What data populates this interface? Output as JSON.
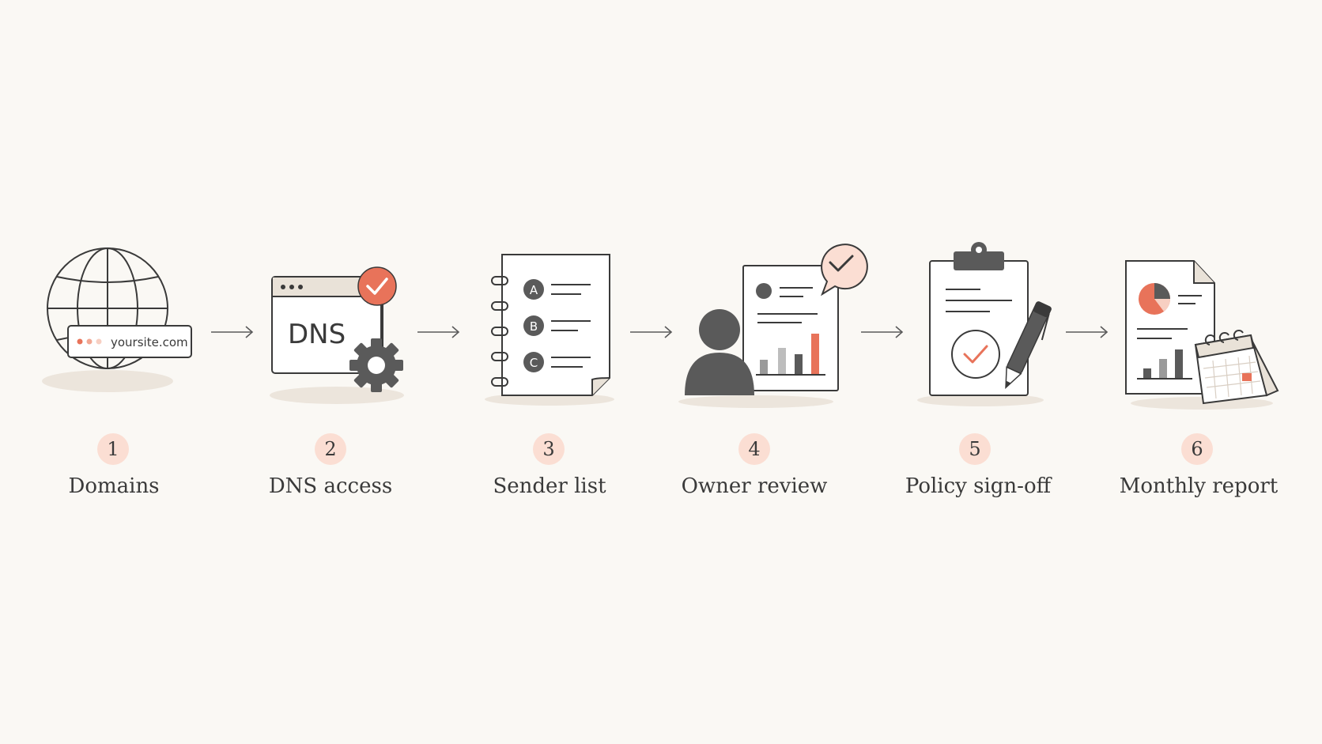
{
  "steps": [
    {
      "number": "1",
      "label": "Domains",
      "domain_text": "yoursite.com"
    },
    {
      "number": "2",
      "label": "DNS access",
      "dns_text": "DNS"
    },
    {
      "number": "3",
      "label": "Sender list",
      "items": [
        "A",
        "B",
        "C"
      ]
    },
    {
      "number": "4",
      "label": "Owner review"
    },
    {
      "number": "5",
      "label": "Policy sign-off"
    },
    {
      "number": "6",
      "label": "Monthly report"
    }
  ],
  "colors": {
    "accent": "#e8735a",
    "accent_light": "#fbded3",
    "ink": "#3a3a3a",
    "gray": "#5a5a5a",
    "paper": "#faf8f4"
  }
}
